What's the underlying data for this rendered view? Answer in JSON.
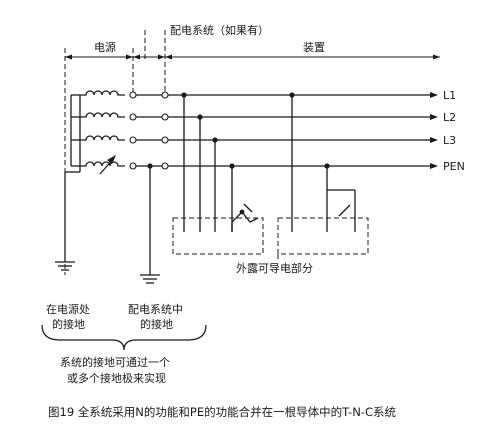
{
  "labels": {
    "power_source": "电源",
    "distribution": "配电系统（如果有）",
    "installation": "装置",
    "l1": "L1",
    "l2": "L2",
    "l3": "L3",
    "pen": "PEN",
    "exposed_parts": "外露可导电部分",
    "earth_source_line1": "在电源处",
    "earth_source_line2": "的接地",
    "earth_dist_line1": "配电系统中",
    "earth_dist_line2": "的接地",
    "note_line1": "系统的接地可通过一个",
    "note_line2": "或多个接地极来实现"
  },
  "caption": "图19 全系统采用N的功能和PE的功能合并在一根导体中的T-N-C系统"
}
